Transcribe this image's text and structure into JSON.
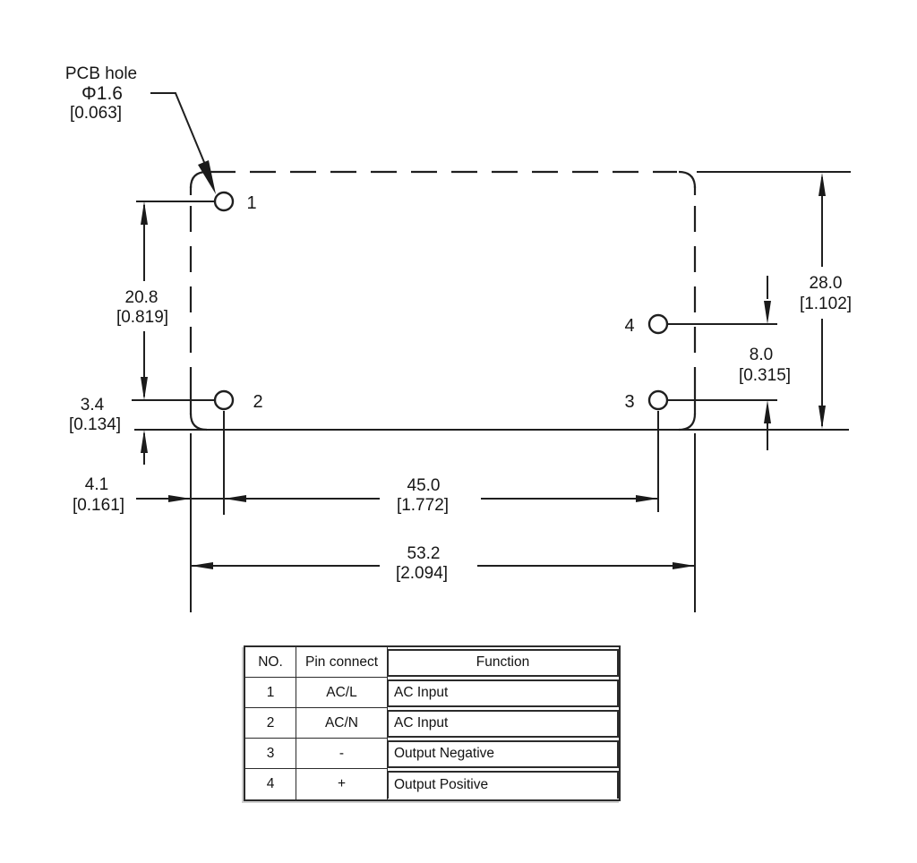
{
  "drawing": {
    "callout": {
      "line1": "PCB hole",
      "line2": "Φ1.6",
      "line3": "[0.063]"
    },
    "hole_labels": {
      "h1": "1",
      "h2": "2",
      "h3": "3",
      "h4": "4"
    },
    "dims": {
      "h20_8": {
        "mm": "20.8",
        "in": "[0.819]"
      },
      "h3_4": {
        "mm": "3.4",
        "in": "[0.134]"
      },
      "h4_1": {
        "mm": "4.1",
        "in": "[0.161]"
      },
      "w45": {
        "mm": "45.0",
        "in": "[1.772]"
      },
      "w53_2": {
        "mm": "53.2",
        "in": "[2.094]"
      },
      "h28": {
        "mm": "28.0",
        "in": "[1.102]"
      },
      "h8": {
        "mm": "8.0",
        "in": "[0.315]"
      }
    }
  },
  "table": {
    "headers": [
      "NO.",
      "Pin connect",
      "Function"
    ],
    "rows": [
      {
        "no": "1",
        "pin": "AC/L",
        "func": "AC Input"
      },
      {
        "no": "2",
        "pin": "AC/N",
        "func": "AC Input"
      },
      {
        "no": "3",
        "pin": "-",
        "func": "Output Negative"
      },
      {
        "no": "4",
        "pin": "+",
        "func": "Output  Positive"
      }
    ]
  },
  "colors": {
    "line": "#1f1f1f",
    "background": "#ffffff"
  }
}
